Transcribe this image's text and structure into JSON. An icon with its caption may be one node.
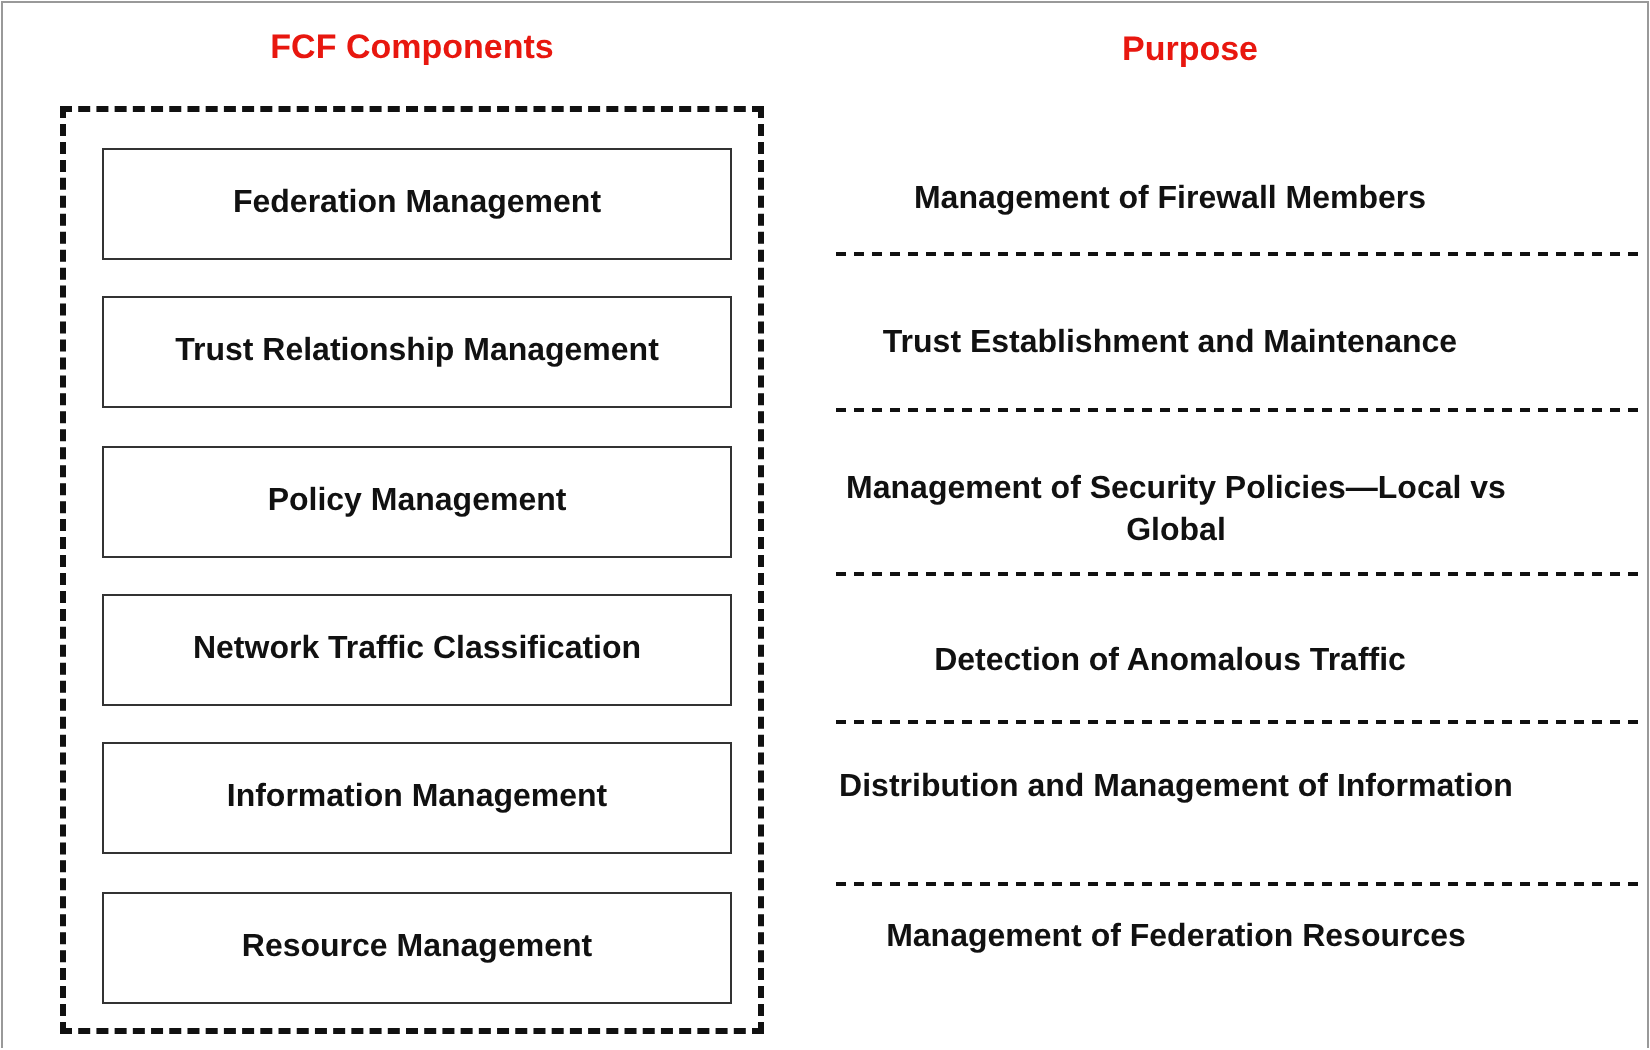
{
  "diagram": {
    "nodes": [
      {
        "text": [
          "FCF Components"
        ]
      },
      {
        "text": [
          "Federation Management"
        ],
        "in": 0
      },
      {
        "text": [
          "Trust Relationship Management"
        ],
        "in": 0
      },
      {
        "text": [
          "Policy Management"
        ],
        "in": 0
      },
      {
        "text": [
          "Network Traffic Classification"
        ],
        "in": 0
      },
      {
        "text": [
          "Information Management"
        ],
        "in": 0
      },
      {
        "text": [
          "Resource Management"
        ],
        "in": 0
      }
    ],
    "edges": [],
    "labels": [
      "Purpose",
      "Management of Firewall Members",
      "Trust Establishment and Maintenance",
      "Management of Security Policies—Local vs Global",
      "Detection of Anomalous Traffic",
      "Distribution and Management of Information",
      "Management of Federation Resources"
    ]
  }
}
